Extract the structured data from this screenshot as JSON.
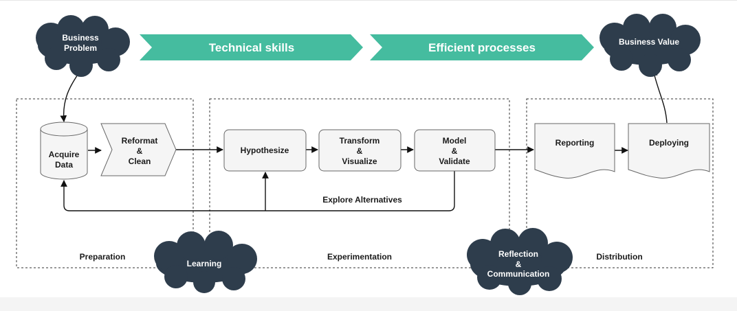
{
  "banners": {
    "technical": "Technical skills",
    "efficient": "Efficient processes"
  },
  "clouds": {
    "business_problem": [
      "Business",
      "Problem"
    ],
    "business_value": "Business Value",
    "learning": "Learning",
    "reflection": [
      "Reflection",
      "&",
      "Communication"
    ]
  },
  "groups": {
    "preparation": "Preparation",
    "experimentation": "Experimentation",
    "distribution": "Distribution"
  },
  "nodes": {
    "acquire": [
      "Acquire",
      "Data"
    ],
    "reformat": [
      "Reformat",
      "&",
      "Clean"
    ],
    "hypothesize": "Hypothesize",
    "transform": [
      "Transform",
      "&",
      "Visualize"
    ],
    "model": [
      "Model",
      "&",
      "Validate"
    ],
    "reporting": "Reporting",
    "deploying": "Deploying"
  },
  "edge_labels": {
    "explore": "Explore Alternatives"
  },
  "colors": {
    "banner": "#45bc9f",
    "cloud": "#2e3d4c",
    "node_fill": "#f5f5f5"
  }
}
